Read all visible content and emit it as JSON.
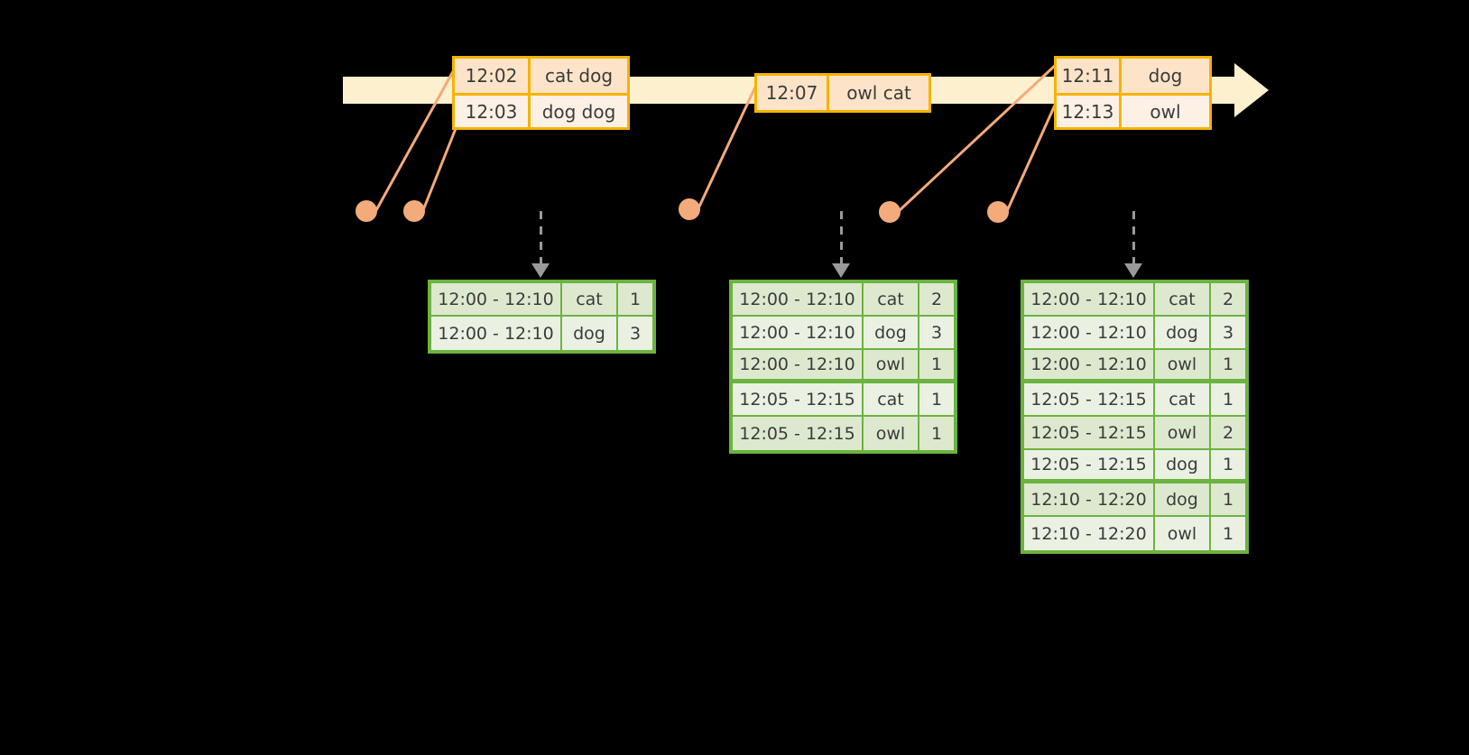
{
  "timeline": {
    "label": "event-stream-timeline",
    "bar_color": "#fdf0cf",
    "border_color": "#f5b301",
    "dot_color": "#f3ab7b"
  },
  "events": [
    {
      "id": "event-box-1",
      "rows": [
        {
          "time": "12:02",
          "words": "cat dog"
        },
        {
          "time": "12:03",
          "words": "dog dog"
        }
      ]
    },
    {
      "id": "event-box-2",
      "rows": [
        {
          "time": "12:07",
          "words": "owl cat"
        }
      ]
    },
    {
      "id": "event-box-3",
      "rows": [
        {
          "time": "12:11",
          "words": "dog"
        },
        {
          "time": "12:13",
          "words": "owl"
        }
      ]
    }
  ],
  "tables": [
    {
      "id": "result-table-1",
      "accent": "#6cb33f",
      "rows": [
        {
          "window": "12:00 - 12:10",
          "key": "cat",
          "count": "1"
        },
        {
          "window": "12:00 - 12:10",
          "key": "dog",
          "count": "3"
        }
      ]
    },
    {
      "id": "result-table-2",
      "accent": "#6cb33f",
      "rows": [
        {
          "window": "12:00 - 12:10",
          "key": "cat",
          "count": "2"
        },
        {
          "window": "12:00 - 12:10",
          "key": "dog",
          "count": "3"
        },
        {
          "window": "12:00 - 12:10",
          "key": "owl",
          "count": "1"
        },
        {
          "window": "12:05 - 12:15",
          "key": "cat",
          "count": "1"
        },
        {
          "window": "12:05 - 12:15",
          "key": "owl",
          "count": "1"
        }
      ]
    },
    {
      "id": "result-table-3",
      "accent": "#6cb33f",
      "rows": [
        {
          "window": "12:00 - 12:10",
          "key": "cat",
          "count": "2"
        },
        {
          "window": "12:00 - 12:10",
          "key": "dog",
          "count": "3"
        },
        {
          "window": "12:00 - 12:10",
          "key": "owl",
          "count": "1"
        },
        {
          "window": "12:05 - 12:15",
          "key": "cat",
          "count": "1"
        },
        {
          "window": "12:05 - 12:15",
          "key": "owl",
          "count": "2"
        },
        {
          "window": "12:05 - 12:15",
          "key": "dog",
          "count": "1"
        },
        {
          "window": "12:10 - 12:20",
          "key": "dog",
          "count": "1"
        },
        {
          "window": "12:10 - 12:20",
          "key": "owl",
          "count": "1"
        }
      ]
    }
  ]
}
